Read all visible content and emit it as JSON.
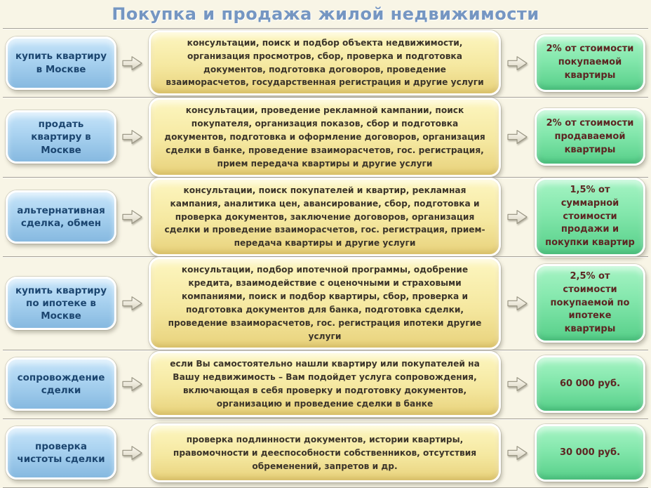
{
  "title": "Покупка и продажа жилой недвижимости",
  "colors": {
    "background": "#f8f5e6",
    "title_text": "#7596c2",
    "service_box": "#9ccbec",
    "service_text": "#1c4670",
    "description_box": "#f3e496",
    "description_text": "#3c352a",
    "price_box": "#7fe5a8",
    "price_text": "#5d2623",
    "separator_line": "#a5a198"
  },
  "rows": [
    {
      "service": "купить квартиру в Москве",
      "description": "консультации, поиск и подбор объекта недвижимости, организация просмотров, сбор, проверка и подготовка документов, подготовка договоров, проведение взаиморасчетов, государственная регистрация и другие услуги",
      "price": "2% от стоимости покупаемой квартиры"
    },
    {
      "service": "продать квартиру в Москве",
      "description": "консультации, проведение рекламной кампании, поиск покупателя, организация показов, сбор и подготовка документов, подготовка и оформление договоров, организация сделки в банке, проведение взаиморасчетов, гос. регистрация, прием передача квартиры и другие услуги",
      "price": "2% от стоимости продаваемой квартиры"
    },
    {
      "service": "альтернативная сделка, обмен",
      "description": "консультации, поиск покупателей и квартир, рекламная кампания, аналитика цен, авансирование, сбор, подготовка и проверка документов, заключение договоров, организация сделки и проведение взаиморасчетов, гос. регистрация, прием-передача квартиры и другие услуги",
      "price": "1,5% от суммарной стоимости продажи и покупки квартир"
    },
    {
      "service": "купить квартиру по ипотеке в Москве",
      "description": "консультации, подбор ипотечной программы, одобрение кредита, взаимодействие с оценочными и страховыми компаниями, поиск и подбор квартиры, сбор, проверка и подготовка документов для банка, подготовка сделки, проведение взаиморасчетов, гос. регистрация ипотеки другие услуги",
      "price": "2,5% от стоимости покупаемой по ипотеке квартиры"
    },
    {
      "service": "сопровождение сделки",
      "description": "если Вы самостоятельно нашли квартиру или покупателей на Вашу недвижимость – Вам подойдет услуга сопровождения, включающая в себя проверку и подготовку документов, организацию и проведение сделки в банке",
      "price": "60 000 руб."
    },
    {
      "service": "проверка чистоты сделки",
      "description": "проверка подлинности документов, истории квартиры, правомочности и дееспособности собственников, отсутствия обременений, запретов и др.",
      "price": "30 000 руб."
    }
  ]
}
